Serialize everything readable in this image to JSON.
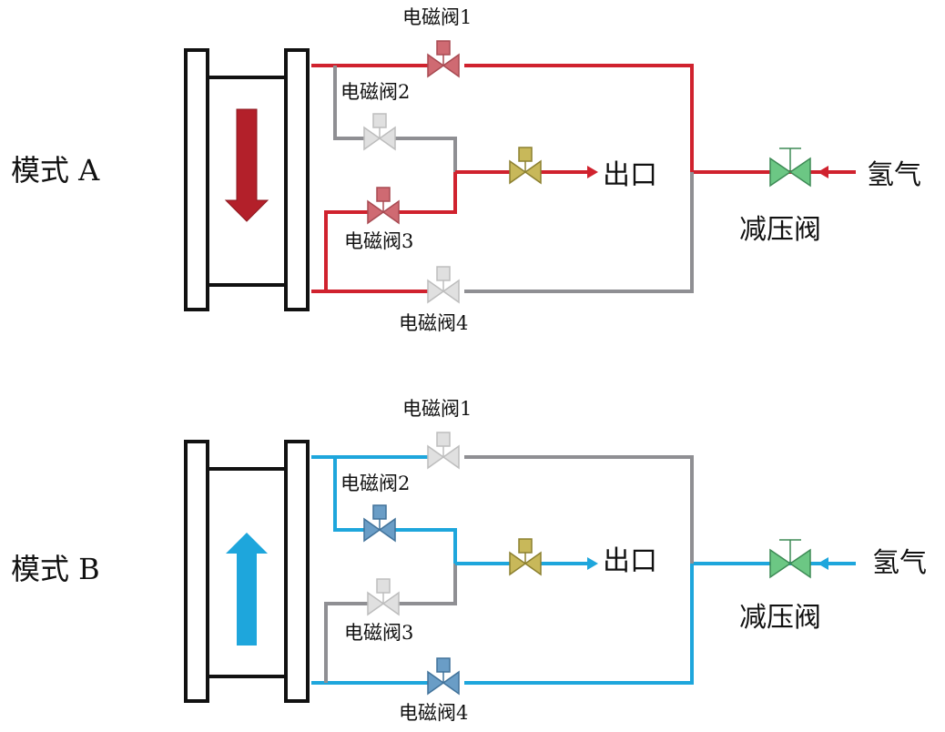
{
  "colors": {
    "active_a": "#d0222e",
    "active_b": "#1ea6dc",
    "inactive": "#8f8f93",
    "valve_off_fill": "#e0e0e0",
    "valve_off_stroke": "#bdbdbd",
    "valve_on_a_fill": "#cf6a72",
    "valve_on_a_stroke": "#a84a52",
    "valve_on_b_fill": "#6a9dc6",
    "valve_on_b_stroke": "#41729a",
    "outlet_valve_fill": "#c8b85a",
    "outlet_valve_stroke": "#8c8030",
    "reducer_fill": "#6cc784",
    "reducer_stroke": "#3d8a55",
    "arrow_a": "#b3202a",
    "arrow_b": "#1ea6dc"
  },
  "panels": [
    {
      "id": "A",
      "mode_label": "模式 A",
      "flow_direction": "down",
      "valves": [
        {
          "label": "电磁阀1",
          "state": "open"
        },
        {
          "label": "电磁阀2",
          "state": "closed"
        },
        {
          "label": "电磁阀3",
          "state": "open"
        },
        {
          "label": "电磁阀4",
          "state": "closed"
        }
      ],
      "outlet_label": "出口",
      "reducer_label": "减压阀",
      "inlet_label": "氢气"
    },
    {
      "id": "B",
      "mode_label": "模式 B",
      "flow_direction": "up",
      "valves": [
        {
          "label": "电磁阀1",
          "state": "closed"
        },
        {
          "label": "电磁阀2",
          "state": "open"
        },
        {
          "label": "电磁阀3",
          "state": "closed"
        },
        {
          "label": "电磁阀4",
          "state": "open"
        }
      ],
      "outlet_label": "出口",
      "reducer_label": "减压阀",
      "inlet_label": "氢气"
    }
  ]
}
